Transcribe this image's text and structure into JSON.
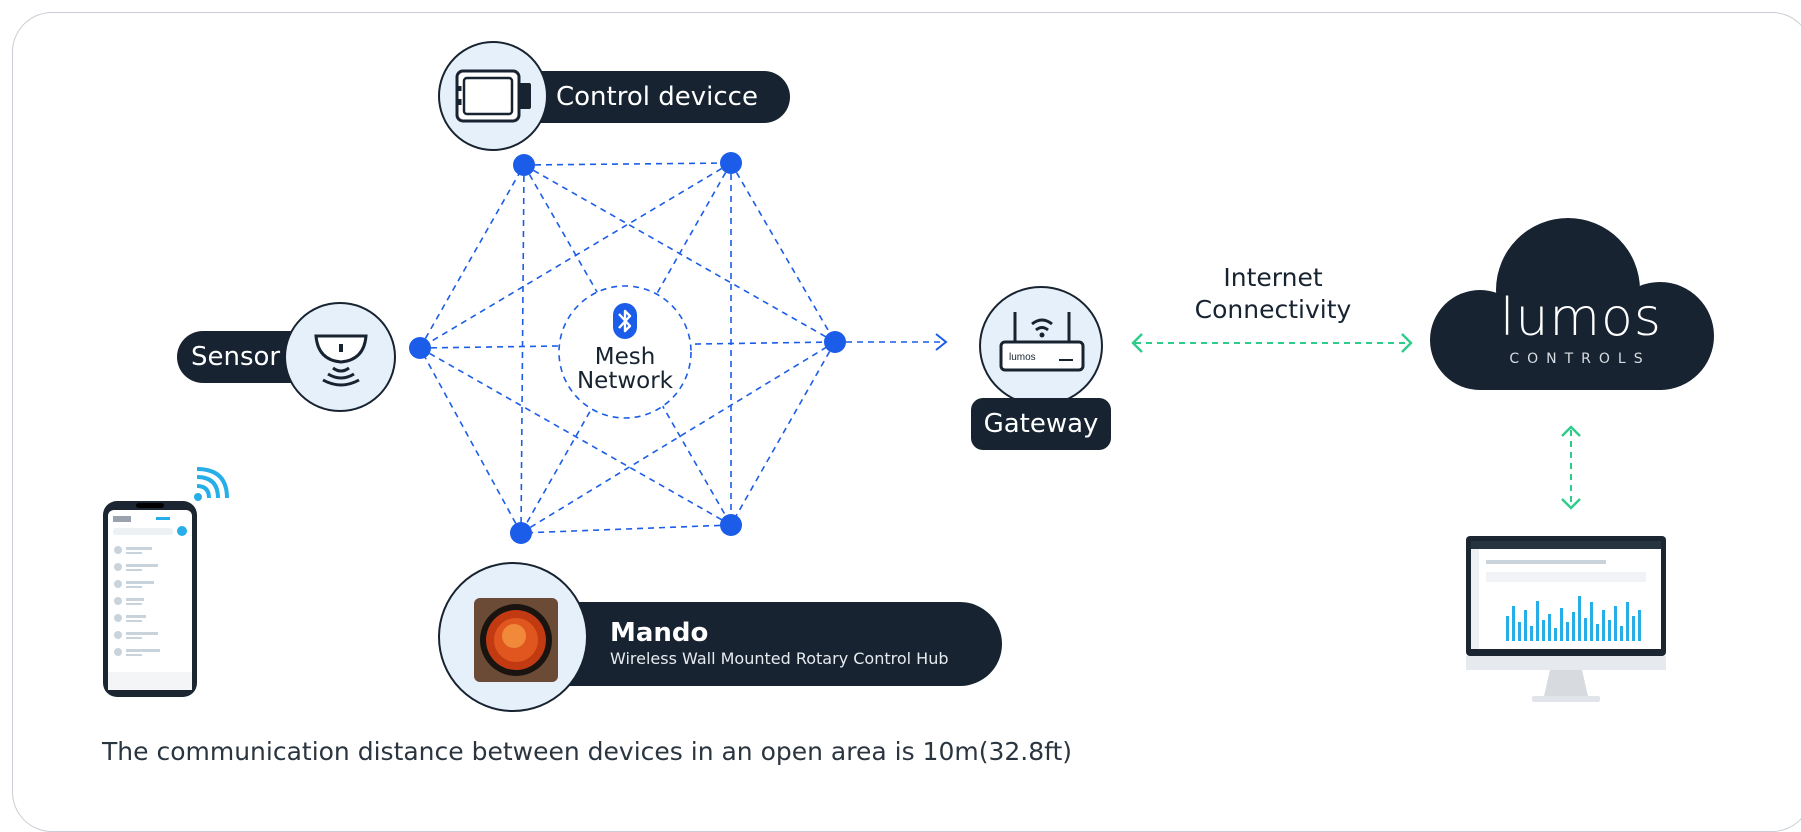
{
  "diagram": {
    "control_device_label": "Control devicce",
    "sensor_label": "Sensor",
    "mesh_label_line1": "Mesh",
    "mesh_label_line2": "Network",
    "gateway_label": "Gateway",
    "internet_line1": "Internet",
    "internet_line2": "Connectivity",
    "cloud_brand": "lumos",
    "cloud_brand_sub": "CONTROLS",
    "router_brand": "lumos",
    "mando_title": "Mando",
    "mando_subtitle": "Wireless Wall Mounted Rotary Control Hub",
    "footer_note": "The communication distance between devices in an open area is 10m(32.8ft)"
  },
  "colors": {
    "dark": "#172330",
    "mesh_blue": "#1b5de8",
    "green": "#2ecc8a",
    "light_circle": "#e6f0fb",
    "wifi_blue": "#27aee8"
  },
  "icons": [
    "tablet-icon",
    "sensor-icon",
    "bluetooth-icon",
    "router-icon",
    "cloud-icon",
    "wifi-icon",
    "phone-icon",
    "monitor-icon",
    "rotary-knob-icon"
  ]
}
